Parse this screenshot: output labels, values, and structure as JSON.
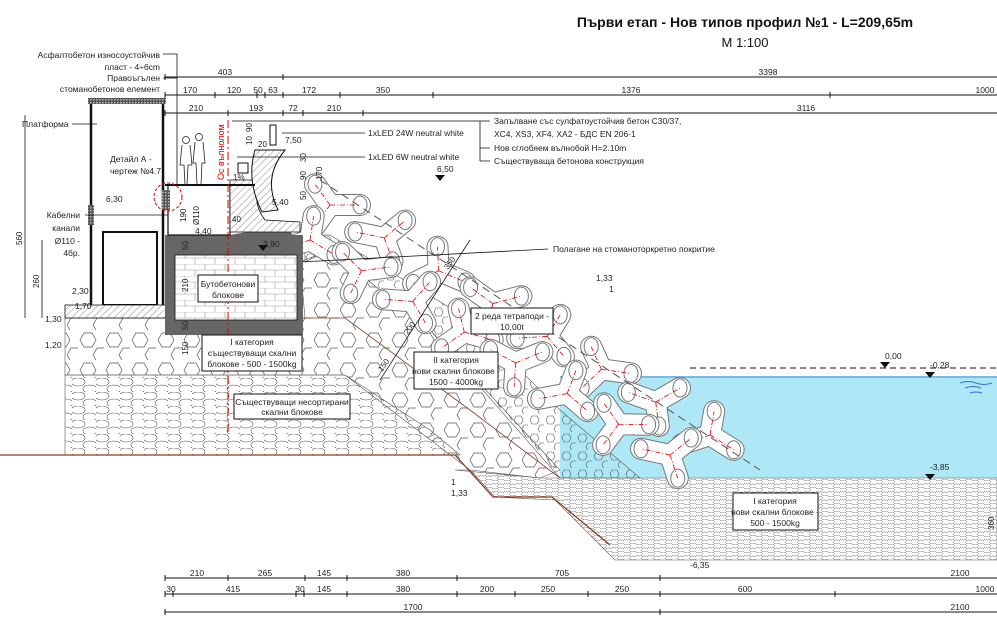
{
  "title": "Първи етап - Нов типов профил №1 - L=209,65m",
  "scale": "M 1:100",
  "left_labels": {
    "asphalt_1": "Асфалтобетон износоустойчив",
    "asphalt_2": "пласт - 4÷6cm",
    "element_1": "Правоъгълен",
    "element_2": "стоманобетонов елемент",
    "platform": "Платформа",
    "detail_1": "Детайл А -",
    "detail_2": "чертеж №4.7",
    "cable_1": "Кабелни",
    "cable_2": "канали",
    "cable_3": "Ø110 -",
    "cable_4": "4бр."
  },
  "callouts": {
    "led24": "1xLED 24W neutral white",
    "led6": "1xLED 6W neutral white",
    "fill_1": "Запълване със сулфатоустойчив бетон C30/37,",
    "fill_2": "XC4, XS3, XF4, XA2 - БДС EN 206-1",
    "wave_wall": "Нов сглобяем вълнобой H=2.10m",
    "existing": "Съществуваща бетонова конструкция",
    "shotcrete": "Полагане на стоманоторкретно покритие",
    "axis": "Ос вълнолом"
  },
  "zones": {
    "rubble_1": "Бутобетонови",
    "rubble_2": "блокове",
    "cat1_exist_1": "I категория",
    "cat1_exist_2": "съществуващи скални",
    "cat1_exist_3": "блокове - 500 - 1500kg",
    "unsorted_1": "Съществуващи несортирани",
    "unsorted_2": "скални блокове",
    "tetra_1": "2 реда тетраподи -",
    "tetra_2": "10,00t",
    "cat2_1": "II категория",
    "cat2_2": "нови скални блокове -",
    "cat2_3": "1500 - 4000kg",
    "cat1_new_1": "I категория",
    "cat1_new_2": "нови скални блокове -",
    "cat1_new_3": "500 - 1500kg"
  },
  "levels": {
    "l630": "6,30",
    "l650": "6,50",
    "l540": "5,40",
    "l440": "4,40",
    "l390": "3,90",
    "l230": "2,30",
    "l170": "1,70",
    "l130": "1,30",
    "l120": "1,20",
    "l000": "0,00",
    "lm028": "-0,28",
    "lm385": "-3,85",
    "lm635": "-6,35",
    "l750": "7,50"
  },
  "slopes": {
    "upper_a": "1,33",
    "upper_b": "1",
    "lower_a": "1",
    "lower_b": "1,33"
  },
  "dims_misc": {
    "d560": "560",
    "d260": "260",
    "d190": "190",
    "d110": "Ø110",
    "d210v": "210",
    "d50a": "50",
    "d50b": "50",
    "d150": "150",
    "d10": "10",
    "d90": "90",
    "d20": "20",
    "d30": "30",
    "d90b": "90",
    "d170": "170",
    "d50c": "50",
    "d40": "40",
    "d360": "360",
    "d200": "200",
    "d150s": "150",
    "d350": "350",
    "d1pct": "1%"
  },
  "dims_top": {
    "row1": [
      "403",
      "3398"
    ],
    "row2": [
      "170",
      "120",
      "50",
      "63",
      "172",
      "350",
      "1376",
      "1000"
    ],
    "row3": [
      "210",
      "193",
      "72",
      "210",
      "3116"
    ]
  },
  "dims_bottom": {
    "row1": [
      "210",
      "265",
      "145",
      "380",
      "705",
      "2100"
    ],
    "row2": [
      "30",
      "415",
      "30",
      "145",
      "380",
      "200",
      "250",
      "250",
      "600",
      "1000"
    ],
    "row3": [
      "1700",
      "2100"
    ]
  },
  "colors": {
    "water": "#aee8f7",
    "axis": "#dd0000",
    "ground": "#8b3a1a",
    "dark_concrete": "#666666"
  }
}
